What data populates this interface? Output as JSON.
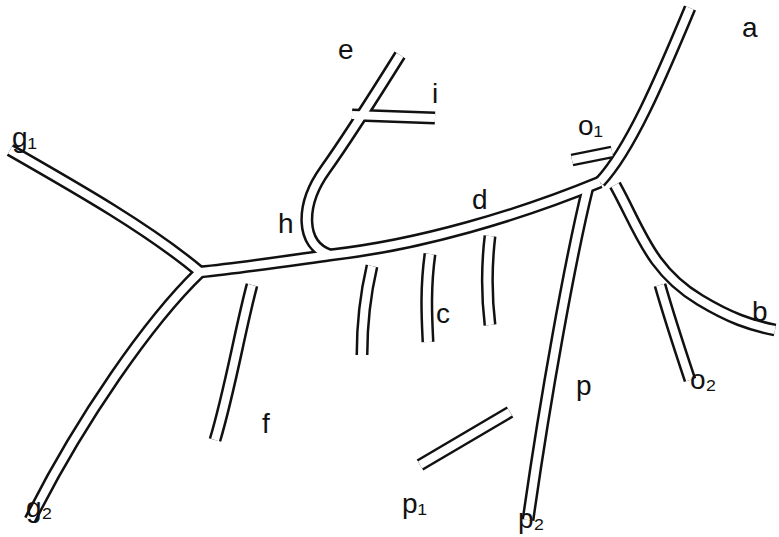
{
  "diagram": {
    "labels": [
      "a",
      "o₁",
      "b",
      "o₂",
      "e",
      "i",
      "d",
      "h",
      "g₁",
      "c",
      "f",
      "g₂",
      "p",
      "p₁",
      "p₂"
    ]
  }
}
